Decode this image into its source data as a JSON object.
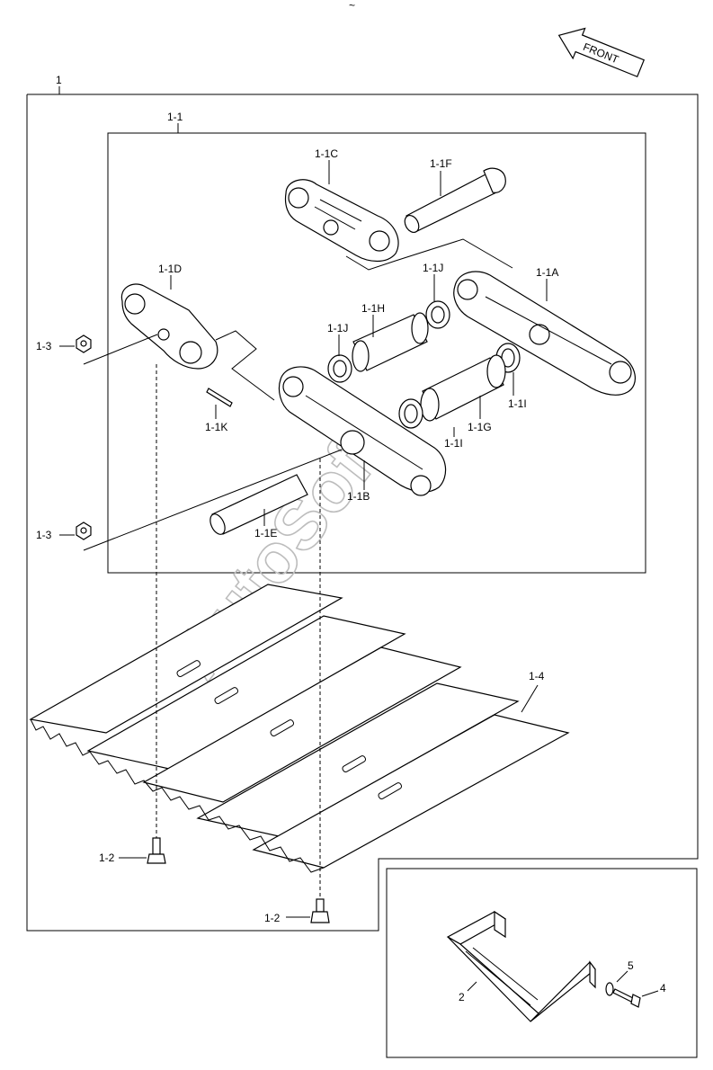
{
  "front_arrow": {
    "label": "FRONT"
  },
  "top_mark": "~",
  "watermark": "AutoSoft",
  "labels": {
    "assy": "1",
    "chain": "1-1",
    "link_c": "1-1C",
    "pin_f": "1-1F",
    "link_d": "1-1D",
    "link_a": "1-1A",
    "spacer_j_top": "1-1J",
    "bushing_h": "1-1H",
    "spacer_j_left": "1-1J",
    "nut_top": "1-3",
    "pin_k": "1-1K",
    "seal_i_right": "1-1I",
    "bushing_g": "1-1G",
    "seal_i_mid": "1-1I",
    "link_b": "1-1B",
    "pin_e": "1-1E",
    "nut_bottom": "1-3",
    "shoe": "1-4",
    "bolt_left": "1-2",
    "bolt_bottom": "1-2",
    "step": "2",
    "washer": "5",
    "bolt_step": "4"
  }
}
